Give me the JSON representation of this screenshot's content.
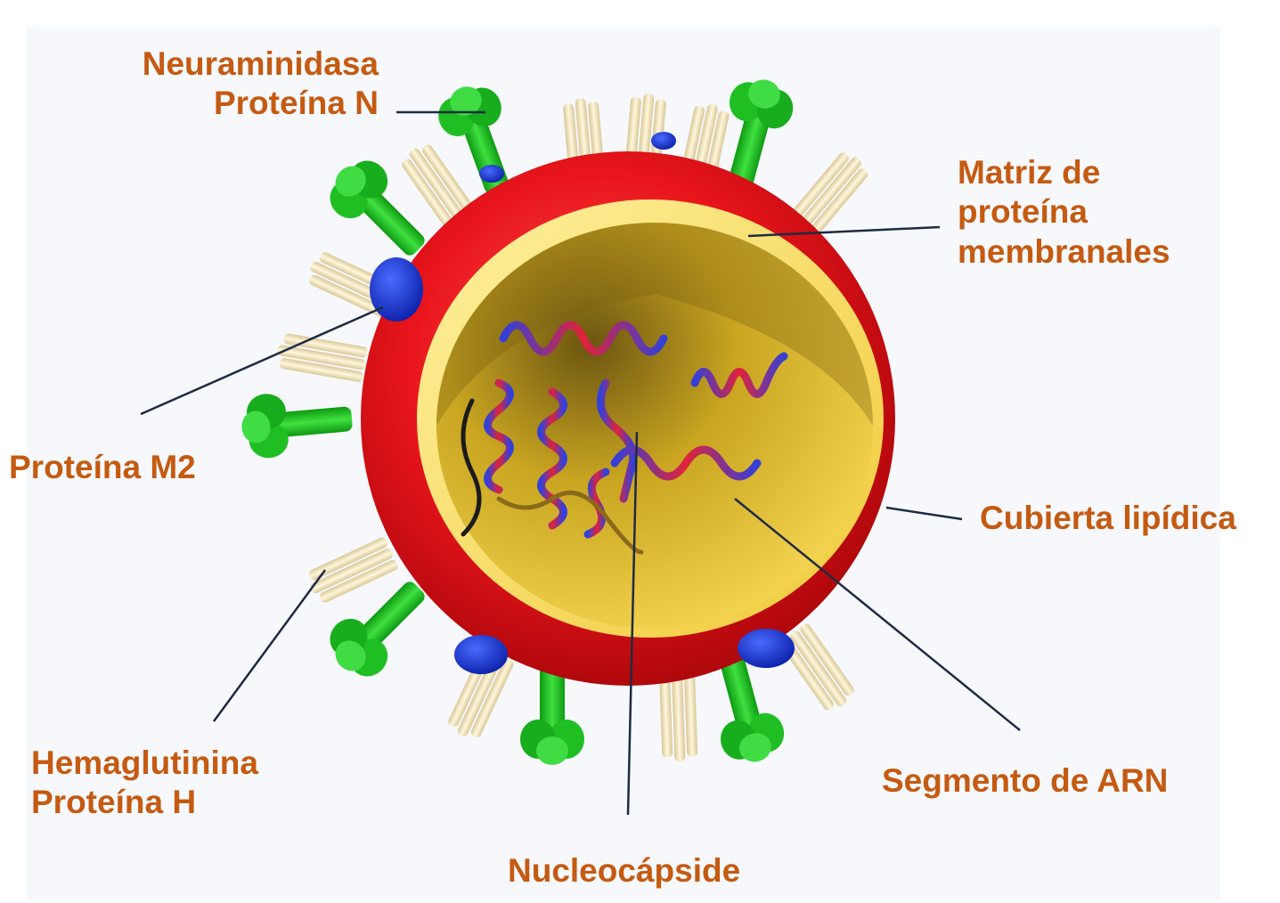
{
  "diagram": {
    "accent_color": "#c55a11",
    "leader_color": "#1f2a44",
    "colors": {
      "envelope": "#e8151b",
      "matrix": "#f6d64a",
      "core": "#c9a521",
      "neuraminidase": "#16c21c",
      "hemagglutinin": "#efe0b4",
      "m2_protein": "#1434d9",
      "rna_blue": "#3340d8",
      "rna_red": "#e0233a"
    },
    "icons": [
      "virus-illustration",
      "neuraminidase-spike-icon",
      "hemagglutinin-spike-icon",
      "m2-channel-icon",
      "rna-segment-icon"
    ]
  },
  "labels": {
    "neuraminidasa": {
      "line1": "Neuraminidasa",
      "line2": "Proteína N"
    },
    "matriz": {
      "line1": "Matriz de",
      "line2": "proteína",
      "line3": "membranales"
    },
    "m2": {
      "line1": "Proteína M2"
    },
    "cubierta": {
      "line1": "Cubierta lipídica"
    },
    "hemaglutinina": {
      "line1": "Hemaglutinina",
      "line2": "Proteína H"
    },
    "segmento": {
      "line1": "Segmento de ARN"
    },
    "nucleocapside": {
      "line1": "Nucleocápside"
    }
  }
}
